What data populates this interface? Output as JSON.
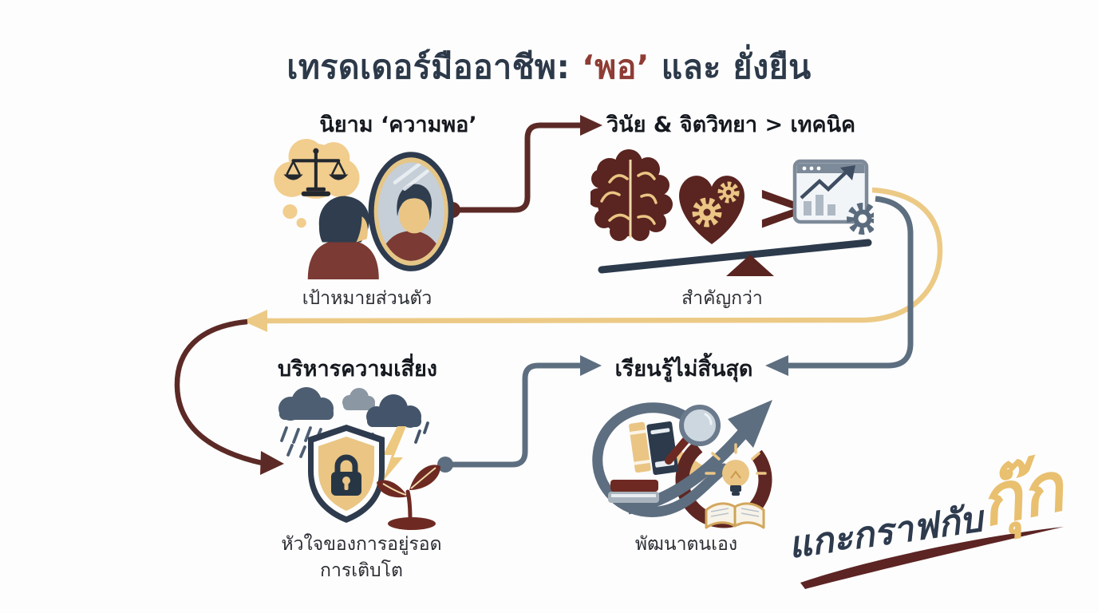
{
  "title": {
    "prefix": "เทรดเดอร์มืออาชีพ: ",
    "highlight": "‘พอ’",
    "suffix": " และ ยั่งยืน"
  },
  "nodes": {
    "define_enough": {
      "heading": "นิยาม ‘ความพอ’",
      "caption": "เป้าหมายส่วนตัว",
      "icon": "person-mirror-scales-icon"
    },
    "discipline": {
      "heading": "วินัย & จิตวิทยา > เทคนิค",
      "caption": "สำคัญกว่า",
      "comparison_symbol": ">",
      "icon": "brain-heart-gears-vs-chart-seesaw-icon"
    },
    "risk": {
      "heading": "บริหารความเสี่ยง",
      "caption_line1": "หัวใจของการอยู่รอด",
      "caption_line2": "การเติบโต",
      "icon": "storm-shield-lock-sprout-icon"
    },
    "learning": {
      "heading": "เรียนรู้ไม่สิ้นสุด",
      "caption": "พัฒนาตนเอง",
      "icon": "books-magnifier-growth-bulb-icon"
    }
  },
  "signature": {
    "text": "แกะกราฟกับ",
    "accent": "กุ๊ก"
  },
  "colors": {
    "navy": "#2e3b4e",
    "maroon": "#5c2a26",
    "gold": "#e9c585",
    "slate": "#5d6e80",
    "heading": "#15191f",
    "title_highlight": "#8e3c34"
  }
}
